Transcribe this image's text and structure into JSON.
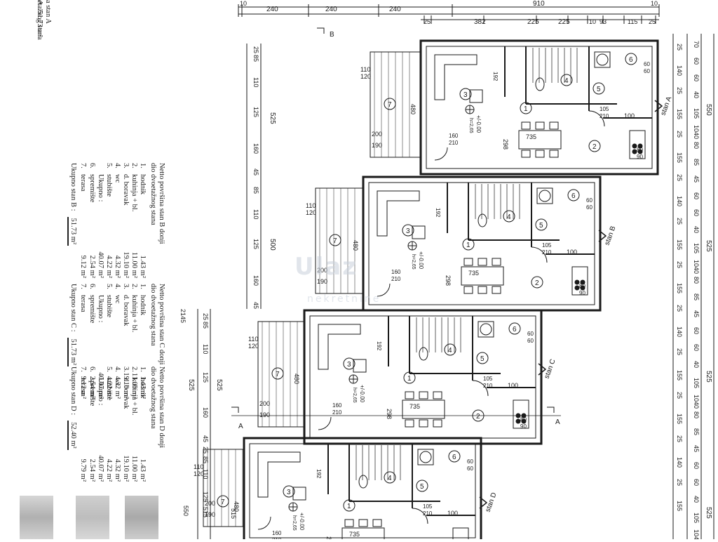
{
  "top_strip": {
    "label_a": "a stan A",
    "label_b": "etažnog stana",
    "label_c": "A : 51,73 m²"
  },
  "tables": [
    {
      "title": "Netto površina  stan B donji dio dvoetažnog stana",
      "rows": [
        [
          "1.",
          "hodnik",
          "1.43 m²"
        ],
        [
          "2.",
          "kuhinja + bl.",
          "11.00 m²"
        ],
        [
          "3.",
          "d. boravak",
          "19.10 m²"
        ],
        [
          "4.",
          "wc",
          "4.32 m²"
        ],
        [
          "5.",
          "stubište",
          "4.22 m²"
        ],
        [
          "",
          "Ukupno :",
          "40.07 m²"
        ],
        [
          "6.",
          "spremište",
          "2.54 m²"
        ],
        [
          "7.",
          "terasa",
          "9.12 m²"
        ]
      ],
      "total_label": "Ukupno stan B :",
      "total_value": "51.73 m²"
    },
    {
      "title": "Netto površina  stan C donji dio dvoetažnog stana",
      "rows": [
        [
          "1.",
          "hodnik",
          "1.43 m²"
        ],
        [
          "2.",
          "kuhinja + bl.",
          "11.00 m²"
        ],
        [
          "3.",
          "d. boravak",
          "19.10 m²"
        ],
        [
          "4.",
          "wc",
          "4.32 m²"
        ],
        [
          "5.",
          "stubište",
          "4.22 m²"
        ],
        [
          "",
          "Ukupno :",
          "40.07 m²"
        ],
        [
          "6.",
          "spremište",
          "2.54 m²"
        ],
        [
          "7.",
          "terasa",
          "9.12 m²"
        ]
      ],
      "total_label": "Ukupno stan C :",
      "total_value": "51.73 m²"
    },
    {
      "title": "Netto površina  stan D donji dio dvoetažnog stana",
      "rows": [
        [
          "1.",
          "hodnik",
          "1.43 m²"
        ],
        [
          "2.",
          "kuhinja + bl.",
          "11.00 m²"
        ],
        [
          "3.",
          "d. boravak",
          "19.10 m²"
        ],
        [
          "4.",
          "wc",
          "4.32 m²"
        ],
        [
          "5.",
          "stubište",
          "4.22 m²"
        ],
        [
          "",
          "Ukupno :",
          "40.07 m²"
        ],
        [
          "6.",
          "spremište",
          "2.54 m²"
        ],
        [
          "7.",
          "terasa",
          "9.79 m²"
        ]
      ],
      "total_label": "Ukupno stan D :",
      "total_value": "52.40 m²"
    }
  ],
  "top_dims": [
    "10",
    "240",
    "240",
    "240",
    "910",
    "10",
    "25",
    "382",
    "225",
    "225",
    "10",
    "93",
    "115",
    "25"
  ],
  "right_dims_outer": [
    "550",
    "525",
    "525",
    "525"
  ],
  "right_dims_inner": [
    "70",
    "60",
    "60",
    "40",
    "105",
    "1040",
    "80",
    "85",
    "45",
    "60",
    "60",
    "40",
    "105",
    "1040",
    "80",
    "85",
    "45",
    "60",
    "60",
    "40",
    "105",
    "1040",
    "80",
    "85",
    "45",
    "60",
    "60",
    "40",
    "105",
    "1040"
  ],
  "right_dims_small": [
    "25",
    "140",
    "25",
    "155",
    "25",
    "155",
    "25",
    "140",
    "25",
    "155",
    "25",
    "155",
    "25",
    "140",
    "25",
    "155",
    "25",
    "155",
    "25",
    "140",
    "25",
    "155"
  ],
  "left_dims": [
    "25",
    "85",
    "110",
    "125",
    "160",
    "45",
    "85",
    "110",
    "125",
    "160",
    "45",
    "25",
    "85",
    "110",
    "125",
    "160",
    "45",
    "25",
    "85",
    "110",
    "125",
    "515",
    "525",
    "500",
    "525",
    "500",
    "2145",
    "550"
  ],
  "units": [
    {
      "id": "stan A",
      "rooms": {
        "r1": "1",
        "r2": "2",
        "r3": "3",
        "r4": "4",
        "r5": "5",
        "r6": "6",
        "r7": "7"
      }
    },
    {
      "id": "stan B",
      "rooms": {
        "r1": "1",
        "r2": "2",
        "r3": "3",
        "r4": "4",
        "r5": "5",
        "r6": "6",
        "r7": "7"
      }
    },
    {
      "id": "stan C",
      "rooms": {
        "r1": "1",
        "r2": "2",
        "r3": "3",
        "r4": "4",
        "r5": "5",
        "r6": "6",
        "r7": "7"
      }
    },
    {
      "id": "stan D",
      "rooms": {
        "r1": "1",
        "r3": "3",
        "r4": "4",
        "r5": "5",
        "r6": "6",
        "r7": "7"
      }
    }
  ],
  "plan_labels": {
    "door_110_120": [
      "110",
      "120"
    ],
    "door_105_210": [
      "105",
      "210"
    ],
    "door_160_210": [
      "160",
      "210"
    ],
    "door_80_90": [
      "80",
      "90"
    ],
    "door_60_60": [
      "60",
      "60"
    ],
    "door_200": "200",
    "door_190": "190",
    "d_480": "480",
    "d_298": "298",
    "d_735": "735",
    "d_192": "192",
    "d_100": "100",
    "d_10": "10",
    "level": "+/-0.00",
    "height": "h=2,65",
    "section_a": "A",
    "section_b": "B"
  },
  "watermark": {
    "line1": "Ulaz",
    "line2": "nekretnine"
  },
  "colors": {
    "ink": "#1a1a1a",
    "wall_fill": "#ffffff",
    "blur1": "#b9b9b9",
    "blur2": "#c7c7c7"
  }
}
